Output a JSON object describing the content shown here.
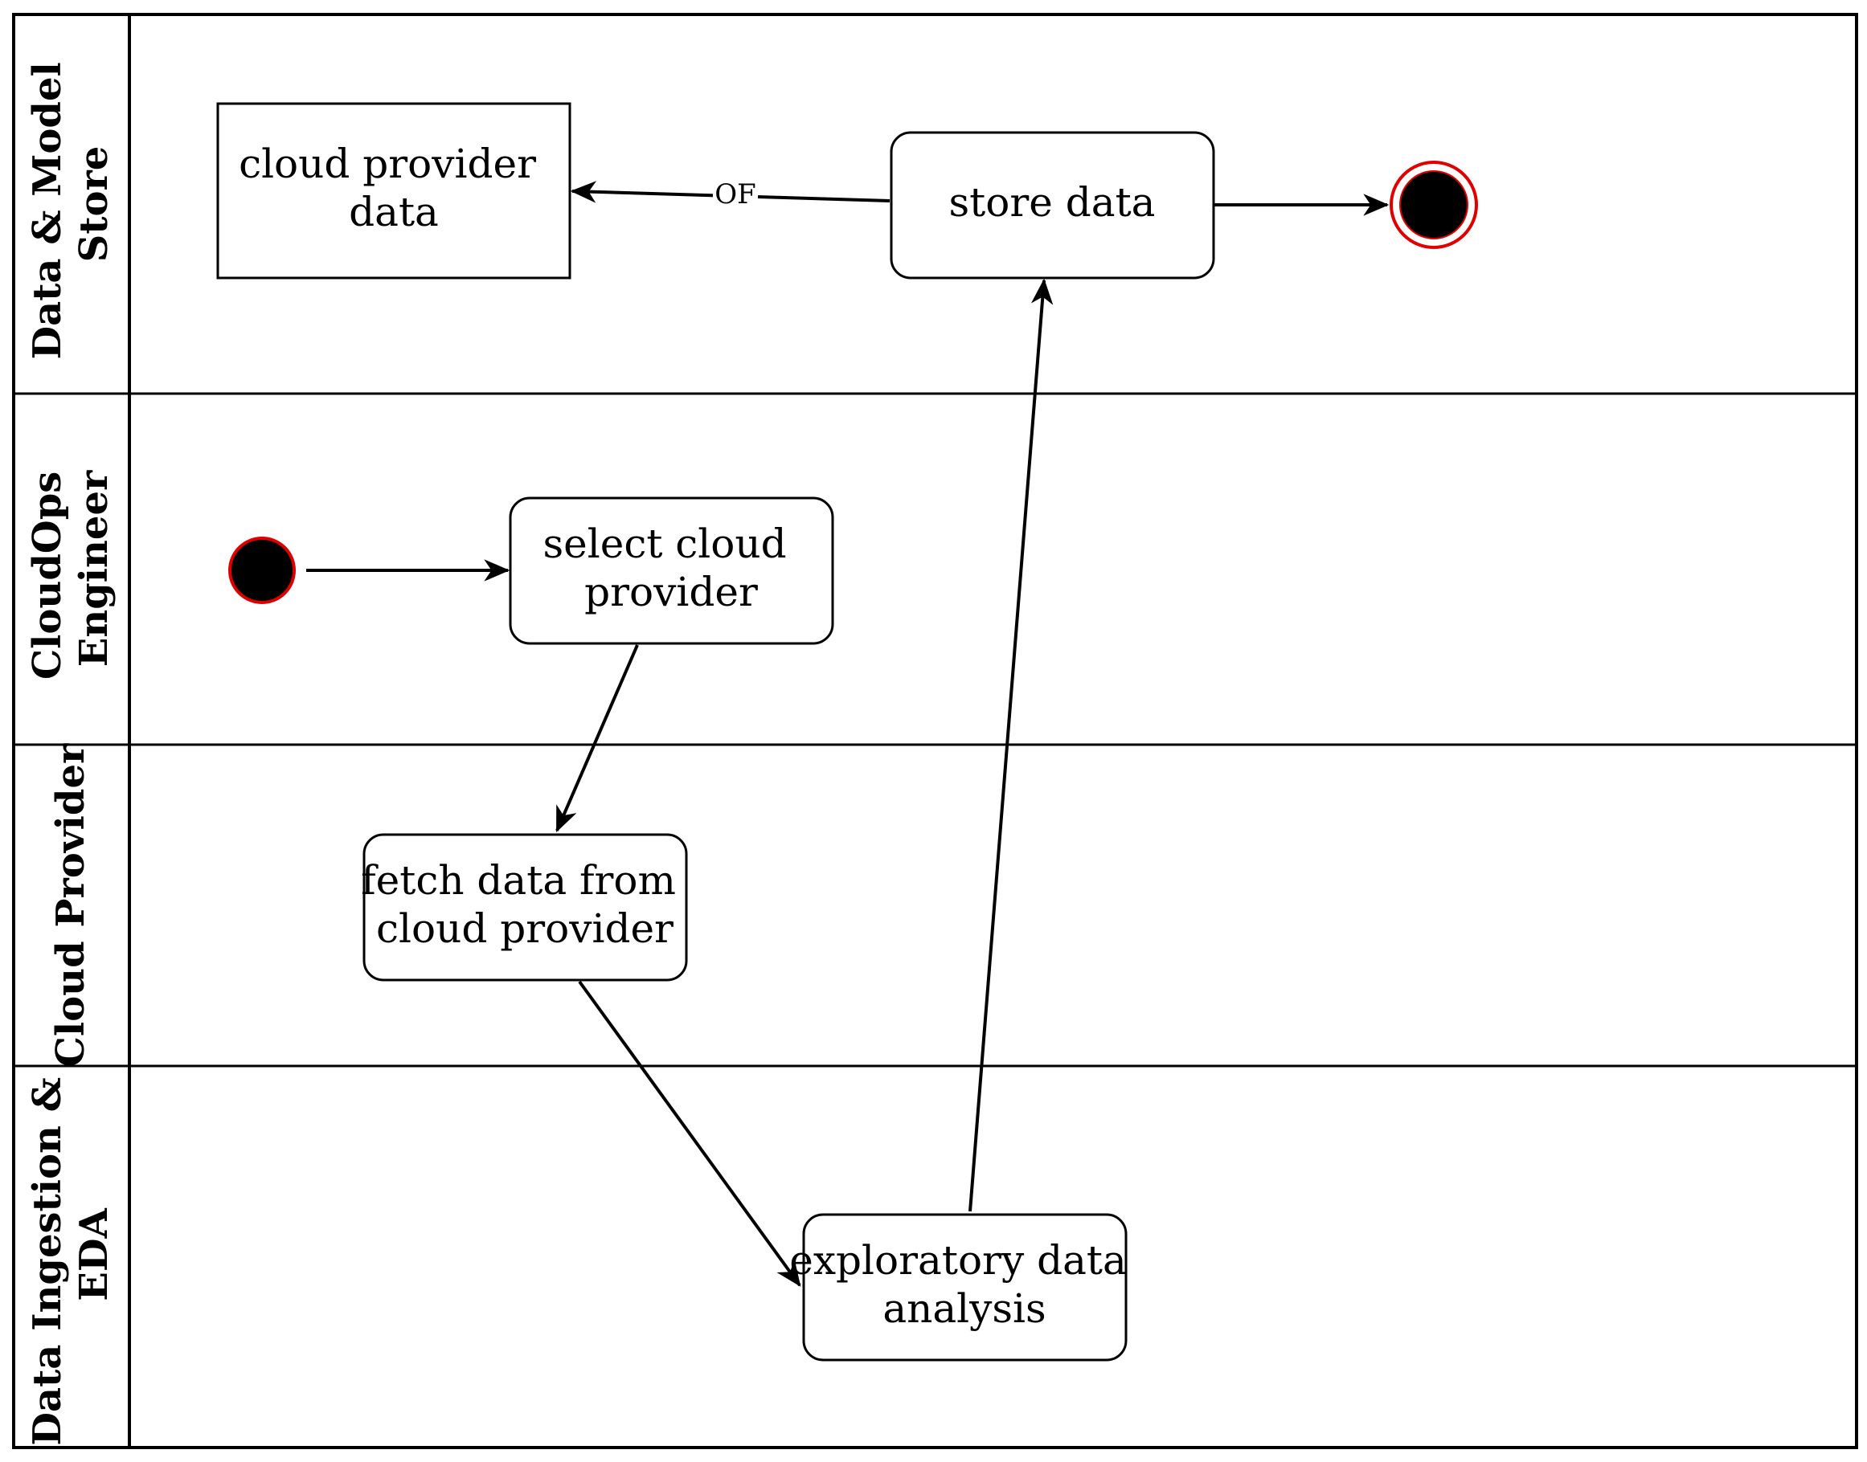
{
  "lanes": [
    {
      "id": "data-model-store",
      "label_lines": [
        "Data & Model",
        "Store"
      ]
    },
    {
      "id": "cloudops-engineer",
      "label_lines": [
        "CloudOps",
        "Engineer"
      ]
    },
    {
      "id": "cloud-provider",
      "label_lines": [
        "Cloud Provider"
      ]
    },
    {
      "id": "data-ingestion-eda",
      "label_lines": [
        "Data Ingestion &",
        "EDA"
      ]
    }
  ],
  "nodes": {
    "cloud_provider_data": {
      "type": "object",
      "lines": [
        "cloud provider",
        "data"
      ]
    },
    "store_data": {
      "type": "action",
      "lines": [
        "store data"
      ]
    },
    "select_cloud_provider": {
      "type": "action",
      "lines": [
        "select cloud",
        "provider"
      ]
    },
    "fetch_data": {
      "type": "action",
      "lines": [
        "fetch data from",
        "cloud provider"
      ]
    },
    "eda": {
      "type": "action",
      "lines": [
        "exploratory data",
        "analysis"
      ]
    },
    "start": {
      "type": "initial"
    },
    "end": {
      "type": "final"
    }
  },
  "edges": [
    {
      "from": "start",
      "to": "select_cloud_provider"
    },
    {
      "from": "select_cloud_provider",
      "to": "fetch_data"
    },
    {
      "from": "fetch_data",
      "to": "eda"
    },
    {
      "from": "eda",
      "to": "store_data"
    },
    {
      "from": "store_data",
      "to": "cloud_provider_data",
      "label": "OF"
    },
    {
      "from": "store_data",
      "to": "end"
    }
  ],
  "colors": {
    "stroke": "#000000",
    "node_fill": "#ffffff",
    "marker_fill": "#000000",
    "marker_border": "#e00000"
  }
}
